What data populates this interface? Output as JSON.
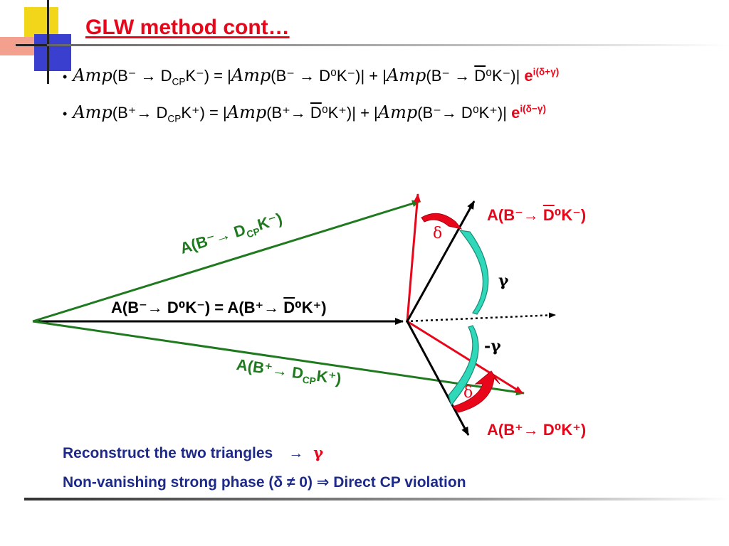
{
  "slide": {
    "title": "GLW method cont…",
    "bullet_symbol": "•",
    "amp_word": "Amp",
    "eq1": {
      "lhs_decay": "(B⁻ → D",
      "lhs_sub": "CP",
      "lhs_tail": "K⁻)  = |",
      "t2": "(B⁻ → D⁰K⁻)| + |",
      "t3_pre": "(B⁻ → ",
      "t3_bar": "D",
      "t3_post": "⁰K⁻)| ",
      "phase_e": "e",
      "phase_exp": "i(δ+γ)"
    },
    "eq2": {
      "lhs_decay": "(B⁺→ D",
      "lhs_sub": "CP",
      "lhs_tail": "K⁺) = |",
      "t2_pre": "(B⁺→ ",
      "t2_bar": "D",
      "t2_post": "⁰K⁺)| + |",
      "t3": "(B⁻→ D⁰K⁺)| ",
      "phase_e": "e",
      "phase_exp": "i(δ−γ)"
    }
  },
  "diagram": {
    "colors": {
      "green": "#1f7a1f",
      "red": "#e8071a",
      "black": "#000000",
      "cyan": "#2fd8b8",
      "blue_text": "#1e2a8a"
    },
    "center_label": {
      "left": "A(B⁻→ D⁰K⁻)  = A(B⁺→ ",
      "bar": "D",
      "right": "⁰K⁺)"
    },
    "upper_green_label": {
      "pre": "A(B⁻→ D",
      "sub": "CP",
      "post": "K⁻)"
    },
    "lower_green_label": {
      "pre": "A(B⁺→ D",
      "sub": "CP",
      "post": "K⁺)"
    },
    "top_right_label": {
      "pre": "A(B⁻→ ",
      "bar": "D",
      "post": "⁰K⁻)"
    },
    "bottom_right_label": "A(B⁺→ D⁰K⁺)",
    "delta_top": "δ",
    "delta_bottom": "δ",
    "gamma_top": "γ",
    "gamma_bottom": "-γ"
  },
  "summary": {
    "line1_text": "Reconstruct the two triangles",
    "line1_arrow": "→",
    "line1_gamma": "γ",
    "line2_text": "Non-vanishing strong phase (δ ≠ 0) ⇒ Direct CP violation"
  }
}
